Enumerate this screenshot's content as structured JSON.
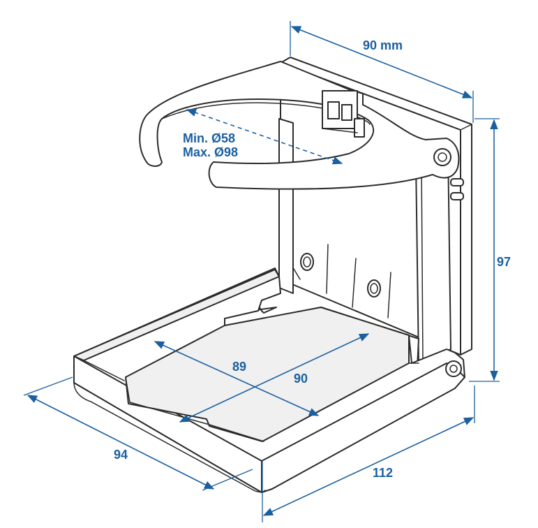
{
  "labels": {
    "width_top": "90 mm",
    "height_right": "97",
    "diameter_min": "Min.  Ø58",
    "diameter_max": "Max. Ø98",
    "tray_depth": "89",
    "tray_width": "90",
    "overall_depth": "94",
    "overall_width": "112"
  },
  "colors": {
    "dimension": "#1a5fa0",
    "outline": "#2b2b2b"
  }
}
